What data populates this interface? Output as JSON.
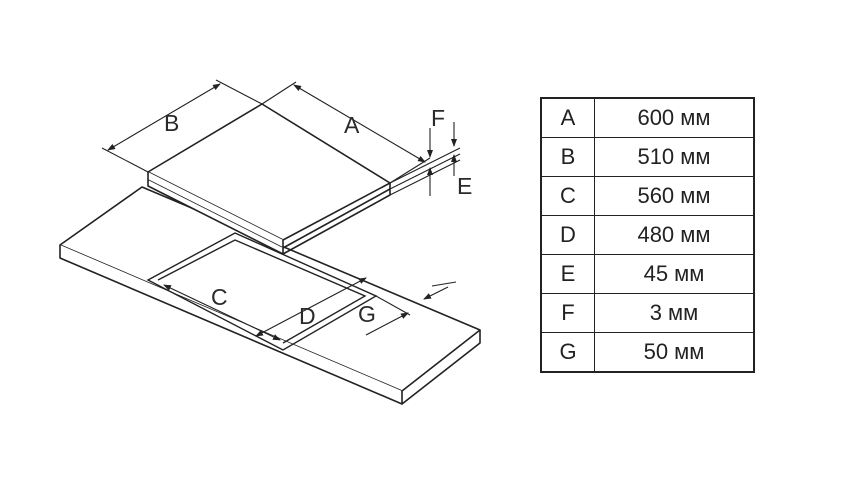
{
  "diagram": {
    "labels": {
      "a": "A",
      "b": "B",
      "c": "C",
      "d": "D",
      "e": "E",
      "f": "F",
      "g": "G"
    }
  },
  "table": {
    "rows": [
      {
        "key": "A",
        "value": "600 мм"
      },
      {
        "key": "B",
        "value": "510 мм"
      },
      {
        "key": "C",
        "value": "560 мм"
      },
      {
        "key": "D",
        "value": "480 мм"
      },
      {
        "key": "E",
        "value": "45 мм"
      },
      {
        "key": "F",
        "value": "3 мм"
      },
      {
        "key": "G",
        "value": "50 мм"
      }
    ]
  }
}
